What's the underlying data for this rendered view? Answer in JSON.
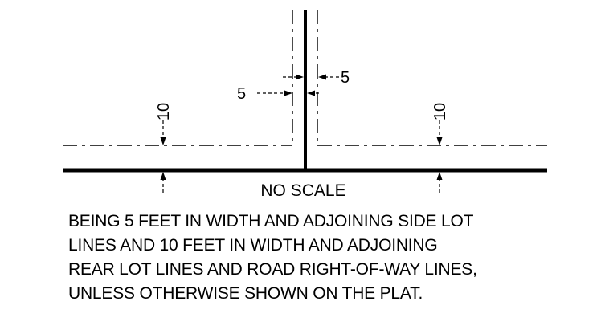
{
  "diagram": {
    "dimensions": {
      "left_rear": "10",
      "right_rear": "10",
      "left_side": "5",
      "right_side": "5"
    },
    "scale_label": "NO SCALE",
    "note_lines": [
      "BEING 5 FEET IN WIDTH AND ADJOINING SIDE LOT",
      "LINES AND 10 FEET IN WIDTH AND ADJOINING",
      "REAR LOT LINES AND ROAD RIGHT-OF-WAY LINES,",
      "UNLESS OTHERWISE SHOWN ON THE PLAT."
    ],
    "colors": {
      "line": "#000000",
      "background": "#ffffff"
    }
  }
}
